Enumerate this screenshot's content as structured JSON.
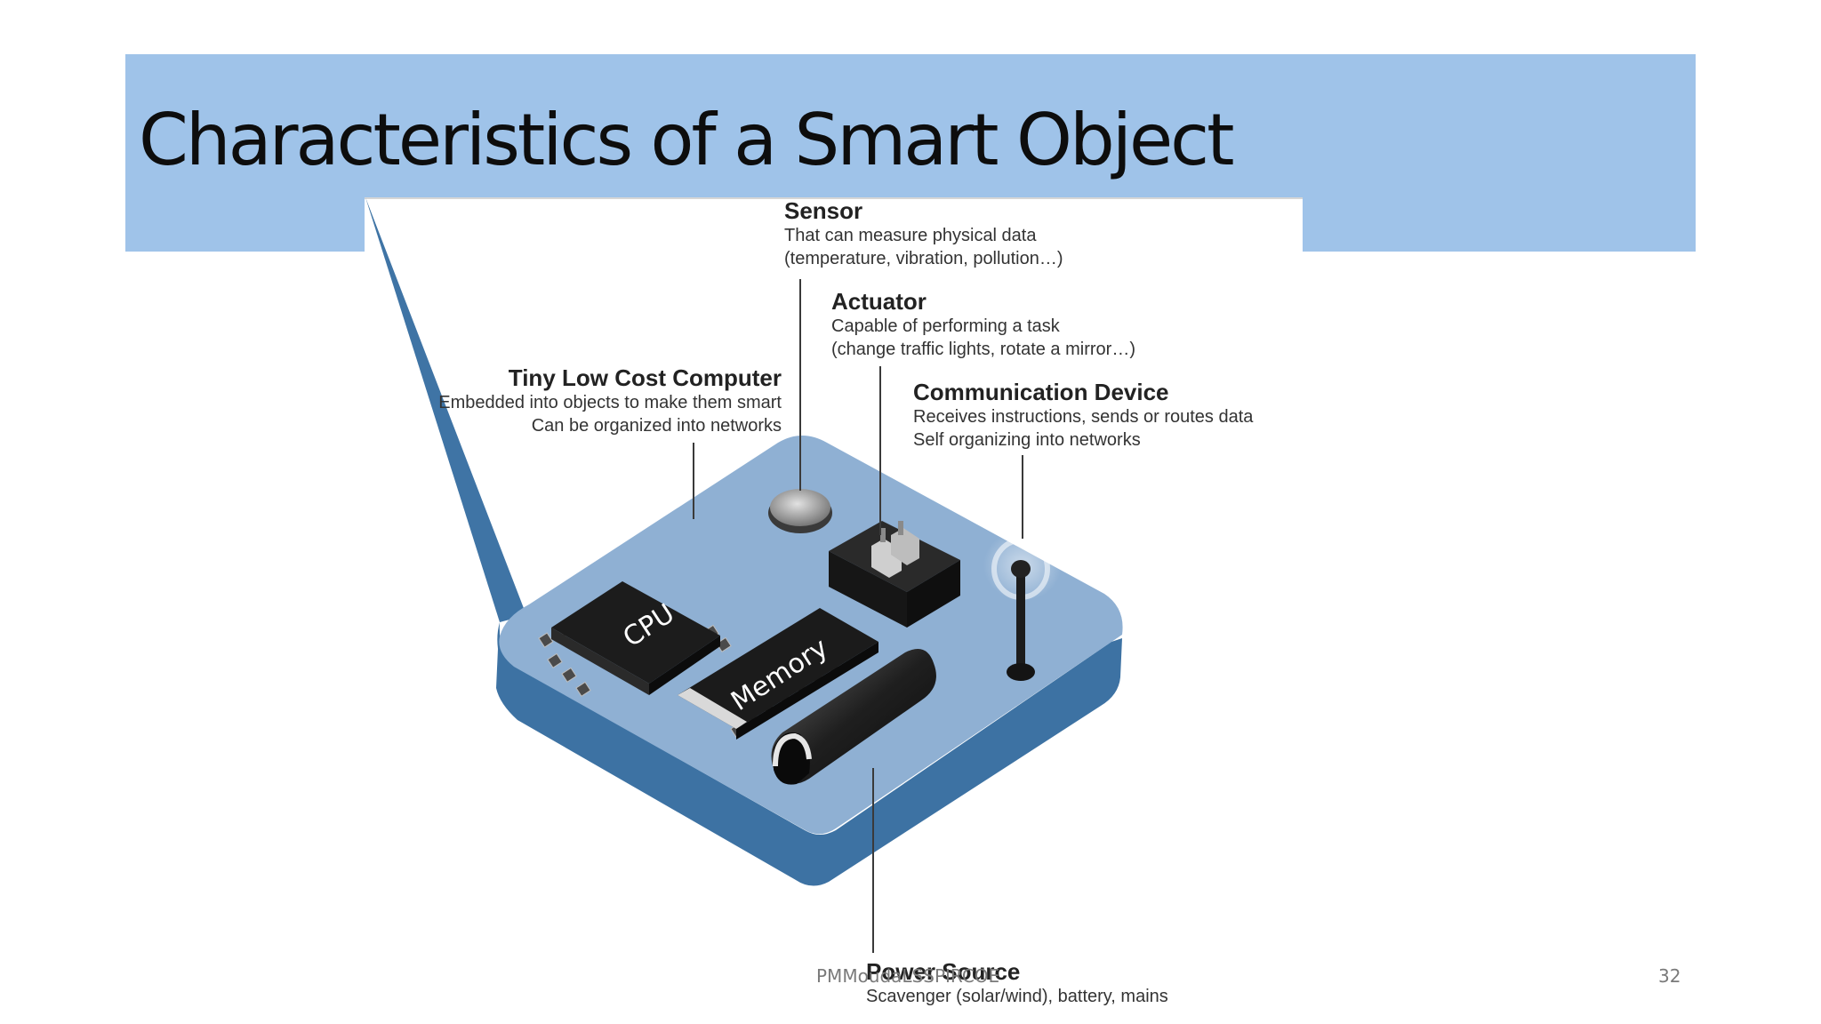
{
  "slide": {
    "title": "Characteristics of a Smart Object",
    "footer": "PMMoudaLSSPIRCOE",
    "page_number": "32"
  },
  "diagram": {
    "sensor": {
      "heading": "Sensor",
      "line1": "That can measure physical data",
      "line2": "(temperature, vibration, pollution…)"
    },
    "actuator": {
      "heading": "Actuator",
      "line1": "Capable of performing a task",
      "line2": "(change traffic lights, rotate a mirror…)"
    },
    "computer": {
      "heading": "Tiny Low Cost Computer",
      "line1": "Embedded into objects to make them smart",
      "line2": "Can be organized into networks"
    },
    "communication": {
      "heading": "Communication Device",
      "line1": "Receives instructions, sends or routes data",
      "line2": "Self organizing into networks"
    },
    "power": {
      "heading": "Power Source",
      "line1": "Scavenger (solar/wind), battery, mains"
    },
    "chips": {
      "cpu": "CPU",
      "memory": "Memory"
    },
    "colors": {
      "board_top": "#8fb0d3",
      "board_side": "#3f74a5",
      "title_band": "#9fc3e9"
    }
  }
}
